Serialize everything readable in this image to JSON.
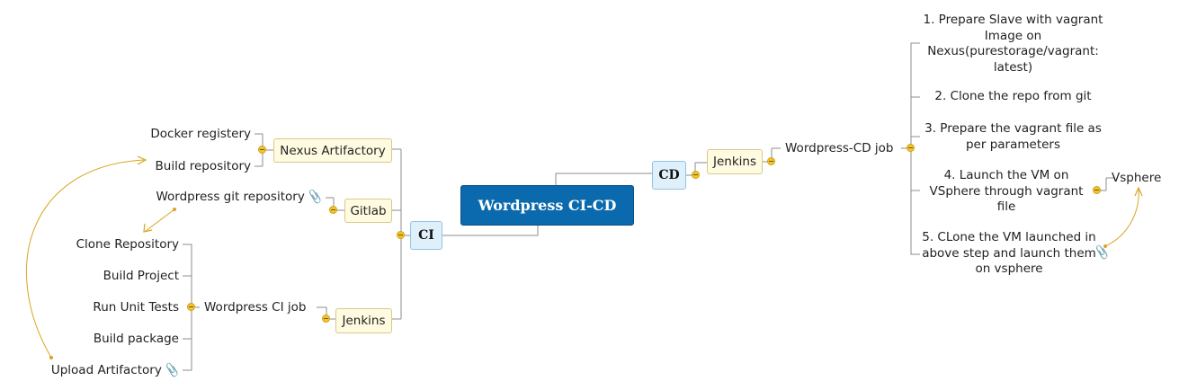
{
  "colors": {
    "root_fill": "#0b6aad",
    "main_fill": "#dff0fb",
    "sub_fill": "#fffbe1",
    "connector": "#8c8c8c",
    "relationship": "#d9a520",
    "collapse_dot": "#f0c531"
  },
  "root": {
    "label": "Wordpress CI-CD"
  },
  "ci": {
    "label": "CI",
    "nexus": {
      "label": "Nexus Artifactory",
      "children": [
        "Docker registery",
        "Build repository"
      ]
    },
    "gitlab": {
      "label": "Gitlab",
      "children": [
        "Wordpress git repository"
      ],
      "attachment_icon": "paperclip-icon"
    },
    "jenkins": {
      "label": "Jenkins",
      "job": {
        "label": "Wordpress CI job",
        "steps": [
          "Clone Repository",
          "Build Project",
          "Run Unit Tests",
          "Build package",
          "Upload Artifactory"
        ]
      }
    }
  },
  "cd": {
    "label": "CD",
    "jenkins": {
      "label": "Jenkins",
      "job": {
        "label": "Wordpress-CD job",
        "steps": [
          "1. Prepare Slave with vagrant Image on Nexus(purestorage/vagrant: latest)",
          "2. Clone the repo from git",
          "3. Prepare the vagrant file as per parameters",
          "4. Launch the VM on VSphere through vagrant file",
          "5. CLone the VM launched in above step and launch them on vsphere"
        ],
        "step4_child": "Vsphere"
      }
    }
  }
}
